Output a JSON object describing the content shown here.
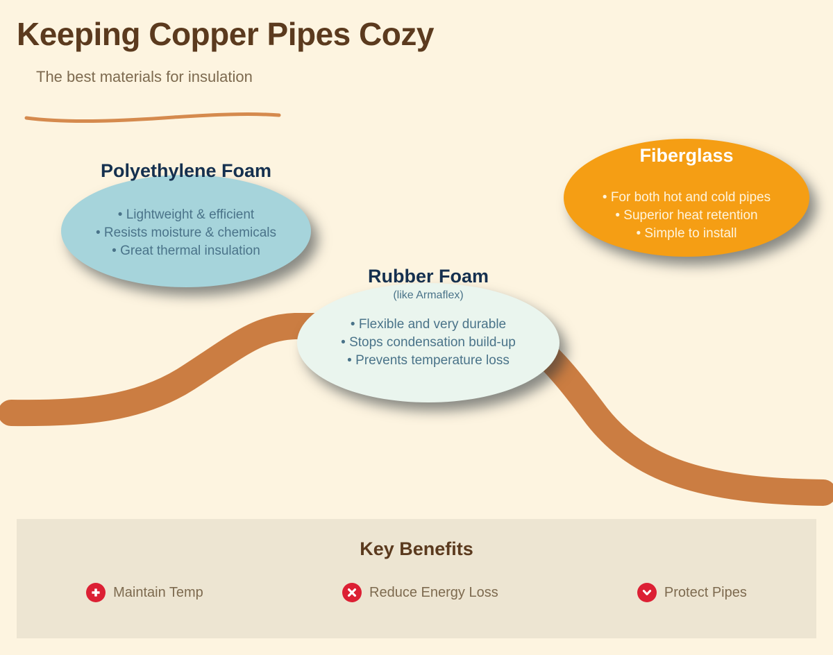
{
  "header": {
    "title": "Keeping Copper Pipes Cozy",
    "subtitle": "The best materials for insulation",
    "accent_color": "#D58A4E"
  },
  "theme": {
    "background": "#FDF4E0",
    "title_color": "#5B3A1E",
    "subtitle_color": "#7D6A4F",
    "pipe_color": "#CB7D42",
    "panel_background": "#EDE5D2",
    "icon_color": "#DC2034"
  },
  "materials": [
    {
      "id": "polyethylene-foam",
      "title": "Polyethylene Foam",
      "subtitle": "",
      "fill": "#A6D4DB",
      "title_color": "#15304F",
      "text_color": "#4A7389",
      "bullets": [
        "• Lightweight & efficient",
        "• Resists moisture & chemicals",
        "• Great thermal insulation"
      ]
    },
    {
      "id": "fiberglass",
      "title": "Fiberglass",
      "subtitle": "",
      "fill": "#F59E14",
      "title_color": "#FFFFFF",
      "text_color": "#FFF4DC",
      "bullets": [
        "• For both hot and cold pipes",
        "• Superior heat retention",
        "• Simple to install"
      ]
    },
    {
      "id": "rubber-foam",
      "title": "Rubber Foam",
      "subtitle": "(like Armaflex)",
      "fill": "#EAF5EE",
      "title_color": "#15304F",
      "text_color": "#4A7389",
      "bullets": [
        "• Flexible and very durable",
        "• Stops condensation build-up",
        "• Prevents temperature loss"
      ]
    }
  ],
  "benefits": {
    "title": "Key Benefits",
    "items": [
      {
        "icon": "plus-circle-icon",
        "label": "Maintain Temp"
      },
      {
        "icon": "x-circle-icon",
        "label": "Reduce Energy Loss"
      },
      {
        "icon": "chevron-down-circle-icon",
        "label": "Protect Pipes"
      }
    ]
  }
}
